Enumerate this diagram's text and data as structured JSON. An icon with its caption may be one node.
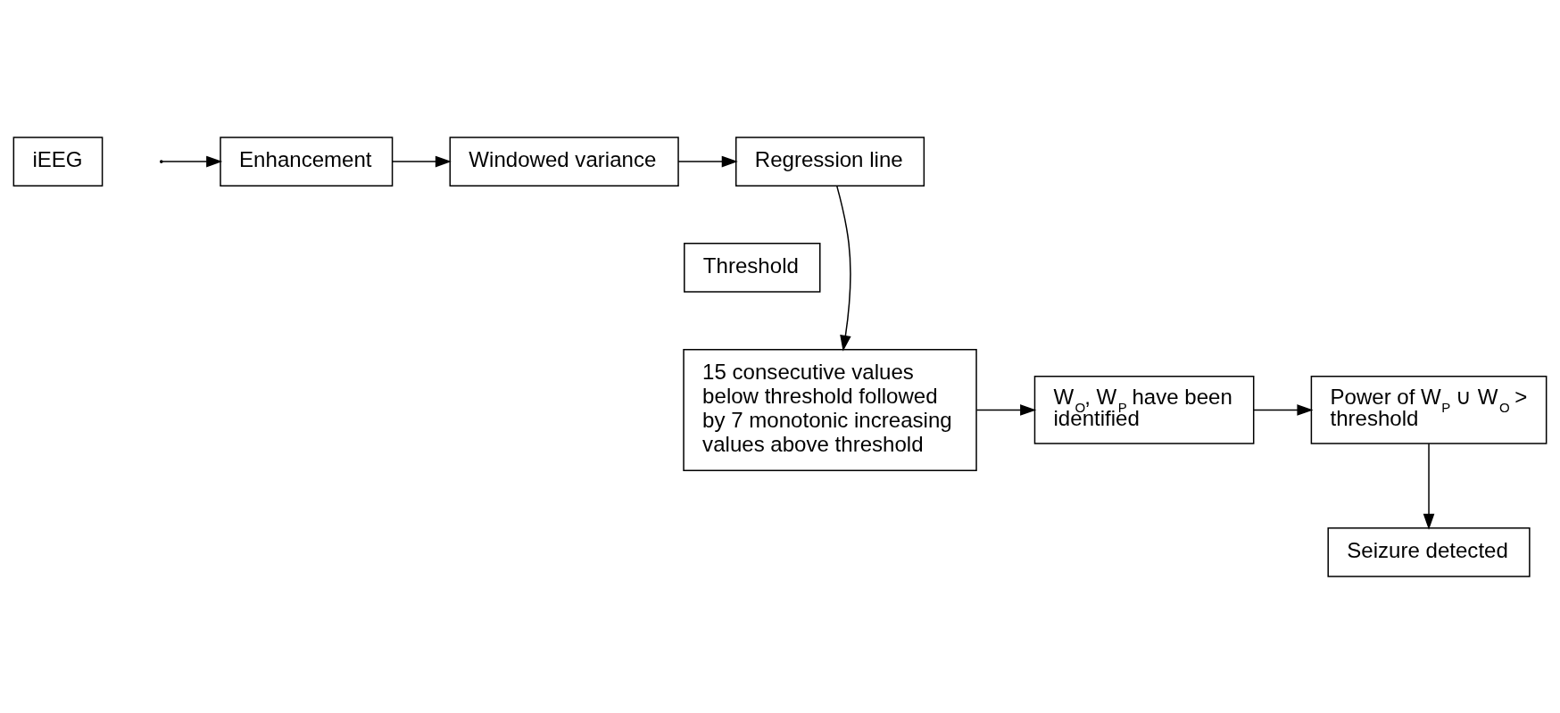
{
  "diagram": {
    "nodes": [
      {
        "text": [
          "iEEG"
        ]
      },
      {
        "text": [
          "Enhancement"
        ]
      },
      {
        "text": [
          "Windowed variance"
        ]
      },
      {
        "text": [
          "Regression line"
        ]
      },
      {
        "text": [
          "Threshold"
        ]
      },
      {
        "text": [
          "15 consecutive values below threshold followed by 7 monotonic increasing values above threshold"
        ]
      },
      {
        "text": [
          "W$_{O}$, W$_{P}$ have been identified"
        ]
      },
      {
        "text": [
          "Power of W$_{P}$ ∪ W$_{O}$ > threshold"
        ]
      },
      {
        "text": [
          "Seizure detected"
        ]
      }
    ],
    "edges": [
      {
        "from": null,
        "to": 1,
        "arrow": "to"
      },
      {
        "from": 1,
        "to": 2,
        "arrow": "to"
      },
      {
        "from": 2,
        "to": 3,
        "arrow": "to"
      },
      {
        "from": 3,
        "to": 5,
        "arrow": "to"
      },
      {
        "from": 5,
        "to": 6,
        "arrow": "to"
      },
      {
        "from": 6,
        "to": 7,
        "arrow": "to"
      },
      {
        "from": 7,
        "to": 8,
        "arrow": "to"
      }
    ]
  }
}
